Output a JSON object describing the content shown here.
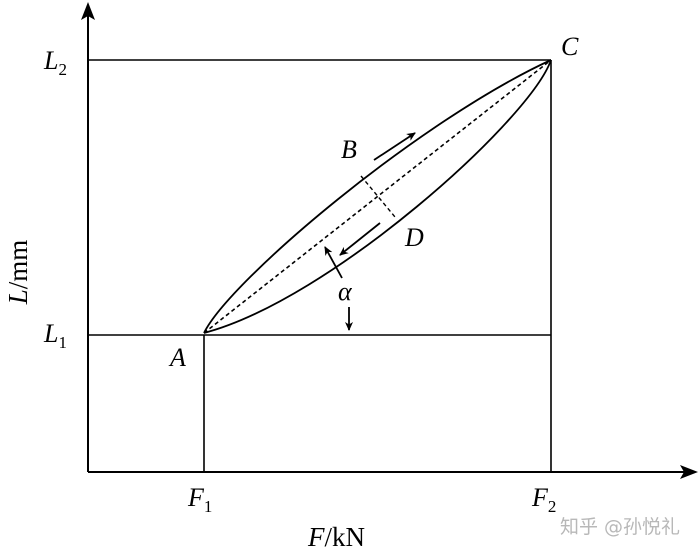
{
  "diagram": {
    "x_axis_label": {
      "symbol": "F",
      "unit": "/kN"
    },
    "y_axis_label": {
      "symbol": "L",
      "unit": "/mm"
    },
    "x_ticks": [
      {
        "symbol": "F",
        "sub": "1"
      },
      {
        "symbol": "F",
        "sub": "2"
      }
    ],
    "y_ticks": [
      {
        "symbol": "L",
        "sub": "1"
      },
      {
        "symbol": "L",
        "sub": "2"
      }
    ],
    "points": {
      "A": "A",
      "B": "B",
      "C": "C",
      "D": "D"
    },
    "angle_label": "α"
  },
  "watermark": "知乎 @孙悦礼",
  "colors": {
    "stroke": "#000000",
    "background": "#ffffff",
    "watermark": "#b8b8b8"
  }
}
